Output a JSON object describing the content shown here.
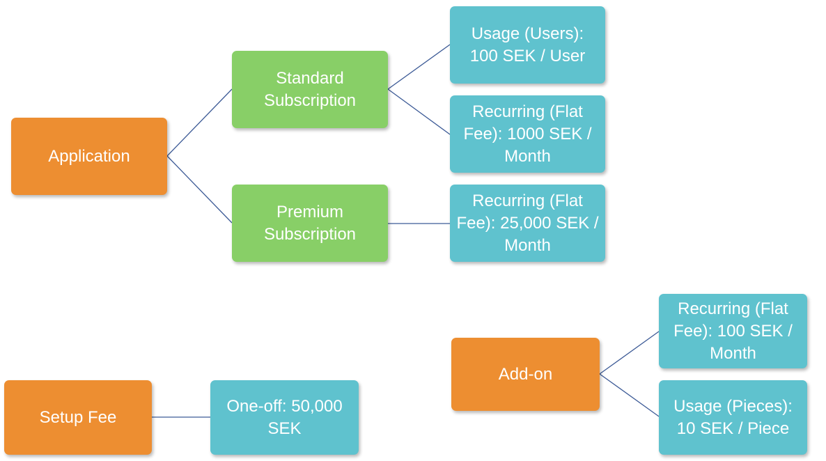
{
  "colors": {
    "category": "#ED8E31",
    "subscription": "#88CF67",
    "charge": "#5FC2CE",
    "connector": "#3C5A96"
  },
  "nodes": {
    "application": "Application",
    "standard_subscription": "Standard\nSubscription",
    "premium_subscription": "Premium\nSubscription",
    "standard_usage": "Usage (Users):\n100 SEK / User",
    "standard_recurring": "Recurring (Flat\nFee): 1000 SEK /\nMonth",
    "premium_recurring": "Recurring (Flat\nFee): 25,000 SEK /\nMonth",
    "setup_fee": "Setup Fee",
    "setup_one_off": "One-off: 50,000\nSEK",
    "add_on": "Add-on",
    "addon_recurring": "Recurring (Flat\nFee): 100 SEK /\nMonth",
    "addon_usage": "Usage (Pieces):\n10 SEK / Piece"
  }
}
